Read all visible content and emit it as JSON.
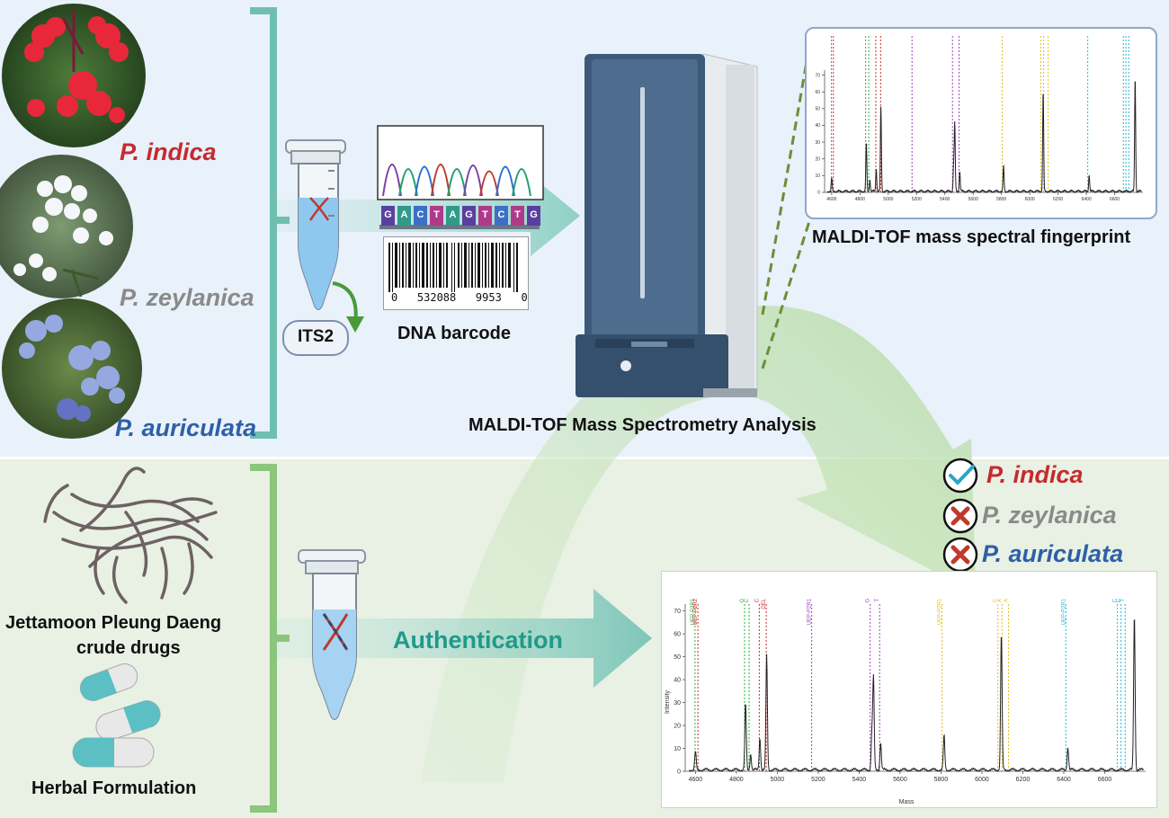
{
  "colors": {
    "top_bg": "#e9f1fa",
    "bottom_bg": "#e8f1e4",
    "indica": "#c62a2f",
    "zeylanica": "#8a8a8a",
    "auriculata": "#2e5fa8",
    "teal": "#5bbfad",
    "green": "#7fbf6f"
  },
  "reference": {
    "species": [
      "P. indica",
      "P. zeylanica",
      "P. auriculata"
    ],
    "its2": "ITS2",
    "barcode_sequence": [
      "G",
      "A",
      "C",
      "T",
      "A",
      "G",
      "T",
      "C",
      "T",
      "G"
    ],
    "barcode_number": "0   532088   9953   0",
    "dna_barcode_label": "DNA barcode",
    "fingerprint_label": "MALDI-TOF mass spectral fingerprint",
    "instrument_label": "MALDI-TOF Mass Spectrometry Analysis"
  },
  "sample": {
    "crude_drug_label_line1": "Jettamoon Pleung Daeng",
    "crude_drug_label_line2": "crude drugs",
    "herbal_label": "Herbal Formulation",
    "authentication_label": "Authentication"
  },
  "results": [
    {
      "species": "P. indica",
      "status": "check-icon"
    },
    {
      "species": "P. zeylanica",
      "status": "cross-icon"
    },
    {
      "species": "P. auriculata",
      "status": "cross-icon"
    }
  ],
  "chart_data": {
    "type": "line",
    "xlabel": "Mass",
    "ylabel": "Intensity",
    "xlim": [
      4550,
      6800
    ],
    "ylim": [
      0,
      73
    ],
    "x_ticks": [
      4600,
      4800,
      5000,
      5200,
      5400,
      5600,
      5800,
      6000,
      6200,
      6400,
      6600
    ],
    "y_ticks": [
      0,
      10,
      20,
      30,
      40,
      50,
      60,
      70
    ],
    "peaks": [
      {
        "x": 4600,
        "y": 8
      },
      {
        "x": 4845,
        "y": 29
      },
      {
        "x": 4870,
        "y": 7
      },
      {
        "x": 4915,
        "y": 14
      },
      {
        "x": 4948,
        "y": 50
      },
      {
        "x": 5462,
        "y": 15
      },
      {
        "x": 5470,
        "y": 40
      },
      {
        "x": 5505,
        "y": 12
      },
      {
        "x": 5815,
        "y": 15
      },
      {
        "x": 6095,
        "y": 60
      },
      {
        "x": 6420,
        "y": 10
      },
      {
        "x": 6745,
        "y": 68
      }
    ],
    "marker_lines": [
      {
        "x": 4598,
        "color": "#27ae3a"
      },
      {
        "x": 4612,
        "color": "#d02a2a"
      },
      {
        "x": 4840,
        "color": "#27ae3a"
      },
      {
        "x": 4862,
        "color": "#27ae3a"
      },
      {
        "x": 4912,
        "color": "#d02a2a"
      },
      {
        "x": 4946,
        "color": "#d02a2a"
      },
      {
        "x": 5168,
        "color": "#a040c0"
      },
      {
        "x": 5454,
        "color": "#a040c0"
      },
      {
        "x": 5500,
        "color": "#a040c0"
      },
      {
        "x": 5805,
        "color": "#e0c020"
      },
      {
        "x": 6078,
        "color": "#e0c020"
      },
      {
        "x": 6098,
        "color": "#e0c020"
      },
      {
        "x": 6130,
        "color": "#e0c020"
      },
      {
        "x": 6410,
        "color": "#20b8d8"
      },
      {
        "x": 6662,
        "color": "#20b8d8"
      },
      {
        "x": 6680,
        "color": "#20b8d8"
      },
      {
        "x": 6700,
        "color": "#20b8d8"
      }
    ],
    "marker_labels": [
      {
        "x": 4598,
        "text": "UEP-P2R1",
        "color": "#27ae3a"
      },
      {
        "x": 4612,
        "text": "UEP-P2R2",
        "color": "#d02a2a"
      },
      {
        "x": 4840,
        "text": "G",
        "color": "#27ae3a"
      },
      {
        "x": 4862,
        "text": "C",
        "color": "#27ae3a"
      },
      {
        "x": 4912,
        "text": "C",
        "color": "#d02a2a"
      },
      {
        "x": 4946,
        "text": "DEL",
        "color": "#d02a2a"
      },
      {
        "x": 5168,
        "text": "UEP-P2R1",
        "color": "#a040c0"
      },
      {
        "x": 5454,
        "text": "G",
        "color": "#a040c0"
      },
      {
        "x": 5500,
        "text": "T",
        "color": "#a040c0"
      },
      {
        "x": 5805,
        "text": "UEP-P2R1",
        "color": "#e0c020"
      },
      {
        "x": 6078,
        "text": "C",
        "color": "#e0c020"
      },
      {
        "x": 6098,
        "text": "A",
        "color": "#e0c020"
      },
      {
        "x": 6130,
        "text": "A",
        "color": "#e0c020"
      },
      {
        "x": 6410,
        "text": "UEP-P2R1",
        "color": "#20b8d8"
      },
      {
        "x": 6662,
        "text": "C",
        "color": "#20b8d8"
      },
      {
        "x": 6680,
        "text": "C",
        "color": "#20b8d8"
      },
      {
        "x": 6700,
        "text": "T",
        "color": "#20b8d8"
      }
    ]
  }
}
